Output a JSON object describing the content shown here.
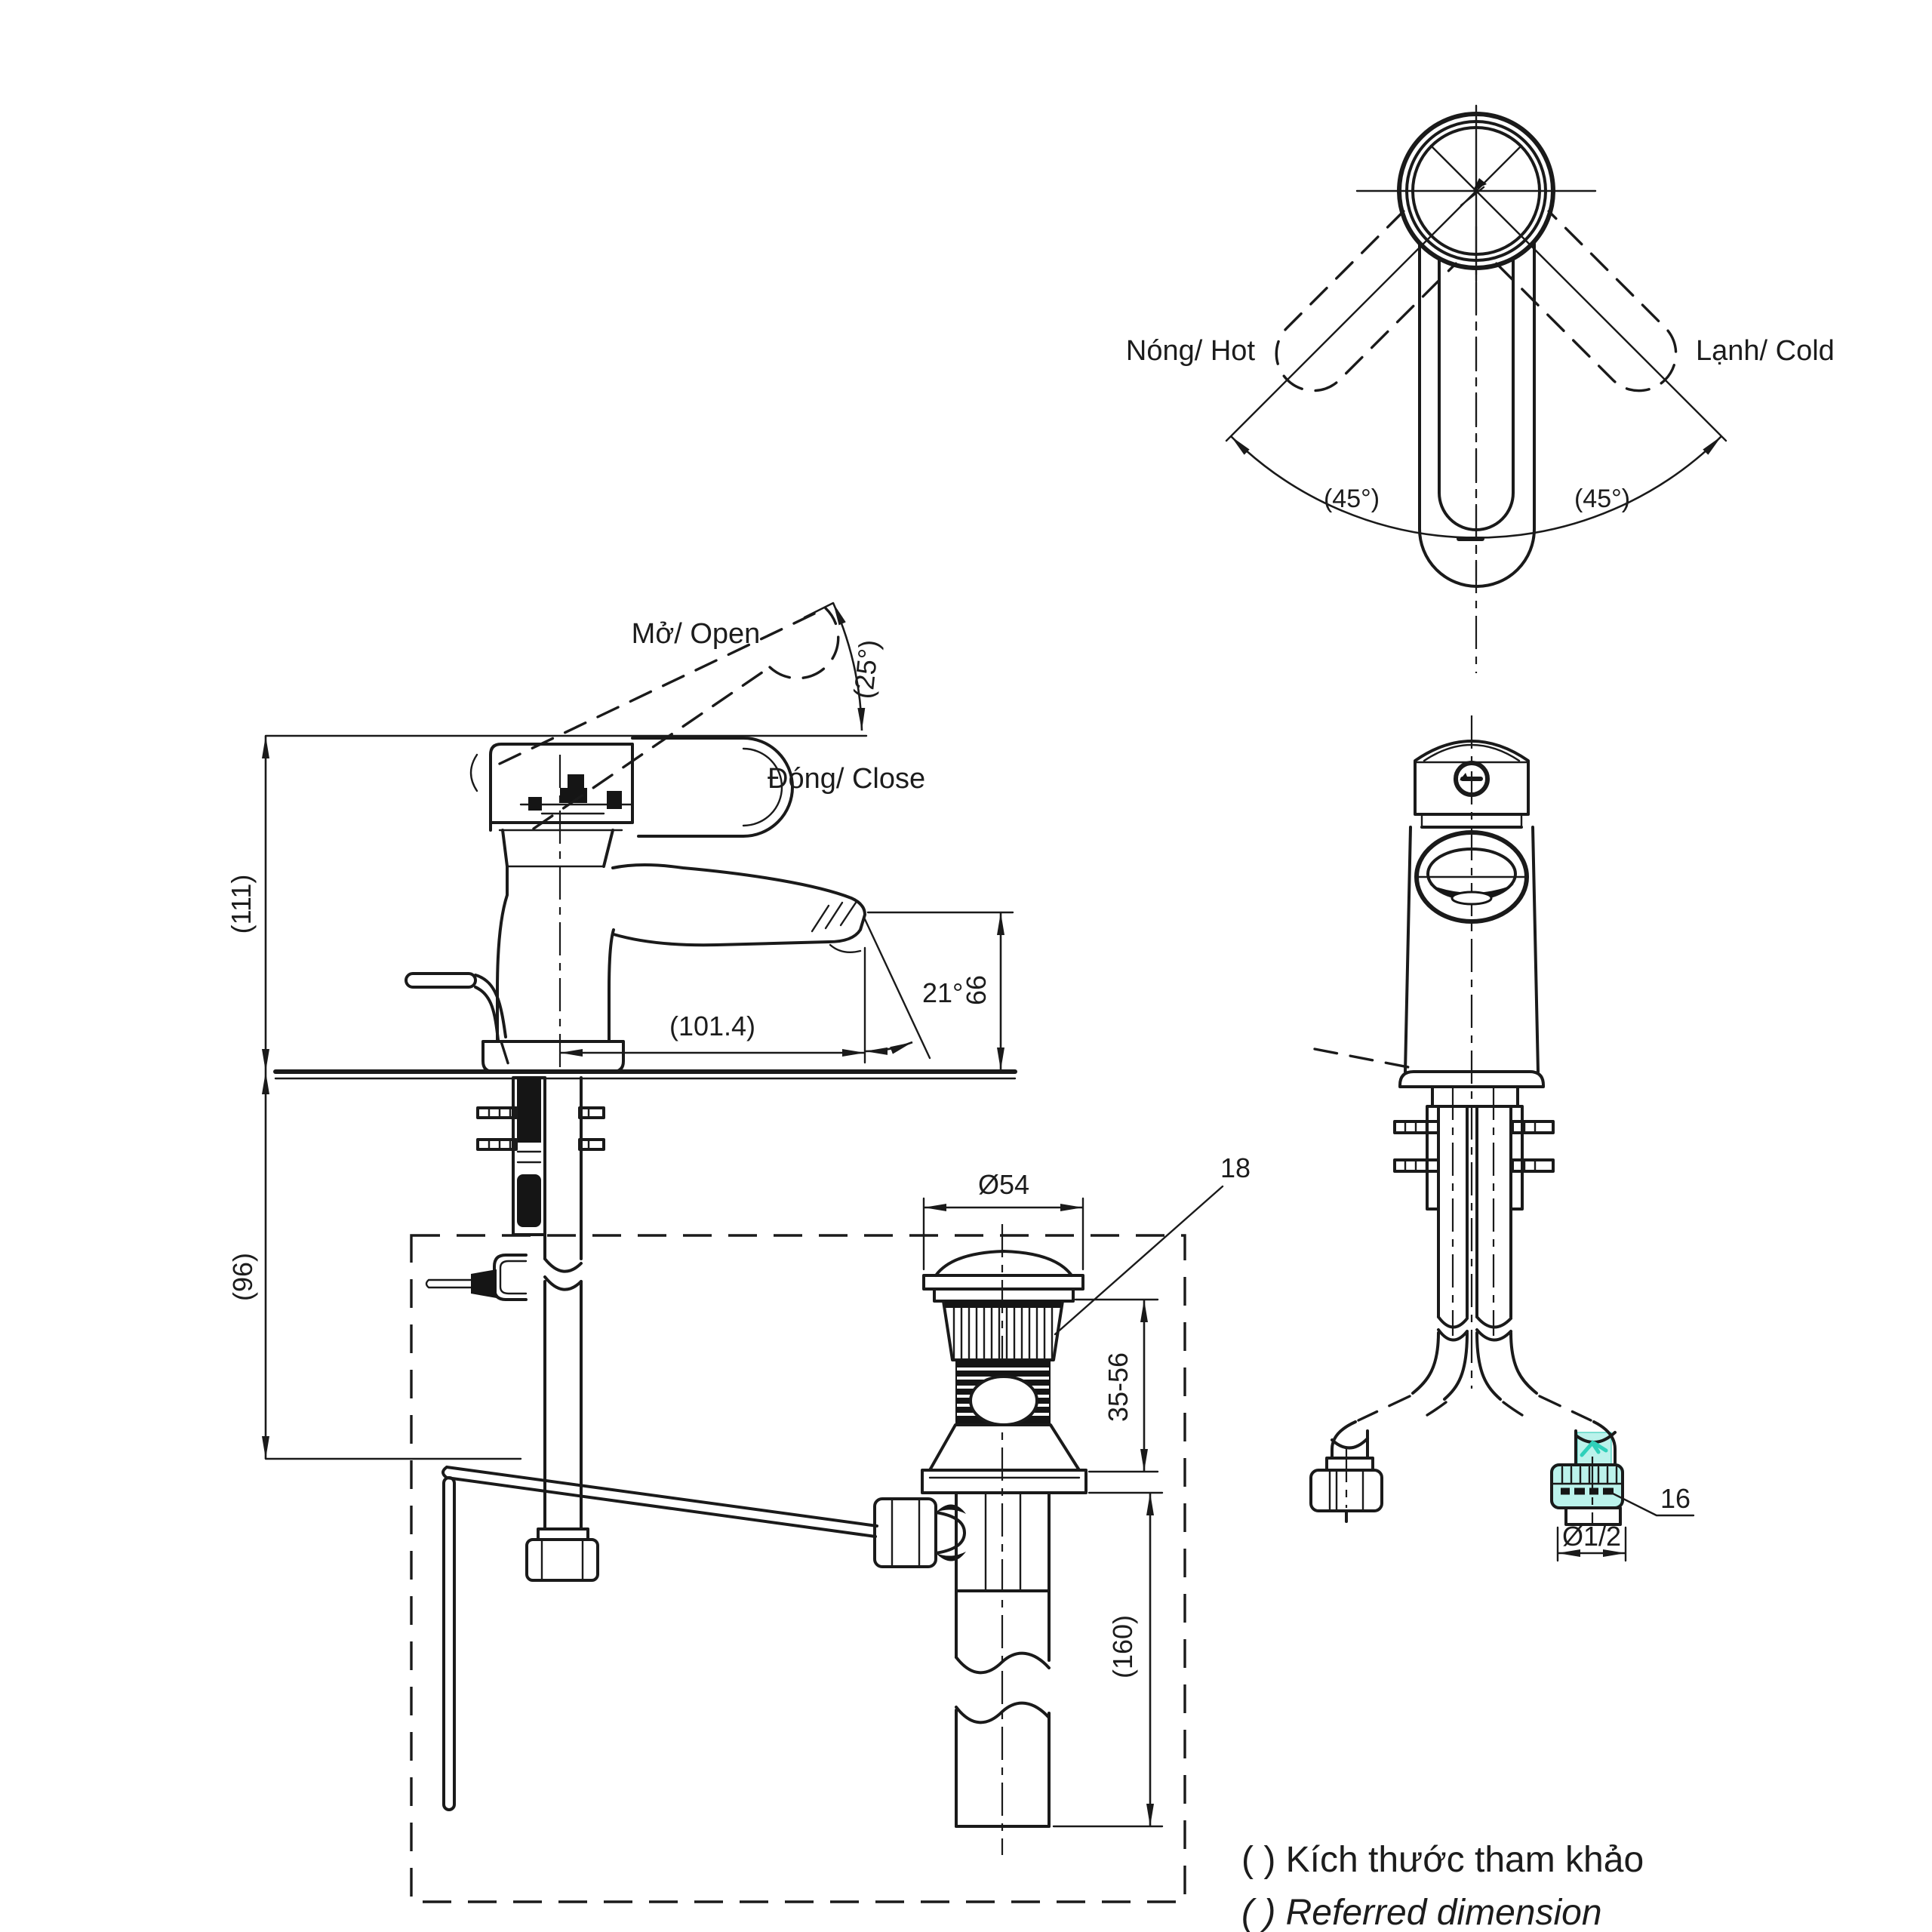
{
  "top_view": {
    "hot": "Nóng/ Hot",
    "cold": "Lạnh/ Cold",
    "angle_left": "(45°)",
    "angle_right": "(45°)"
  },
  "side_view": {
    "open": "Mở/ Open",
    "close": "Đóng/ Close",
    "open_angle": "(25°)",
    "height": "(111)",
    "below_deck": "(96)",
    "reach": "(101.4)",
    "spout_angle": "21°",
    "outlet_height": "66"
  },
  "drain_view": {
    "flange_dia": "Ø54",
    "clamp_range": "35-56",
    "callout": "18",
    "tail_length": "(160)"
  },
  "front_view": {
    "callout": "16",
    "thread": "Ø1/2"
  },
  "legend": {
    "vi": "(  ) Kích thước tham khảo",
    "en": "(  ) Referred dimension"
  }
}
